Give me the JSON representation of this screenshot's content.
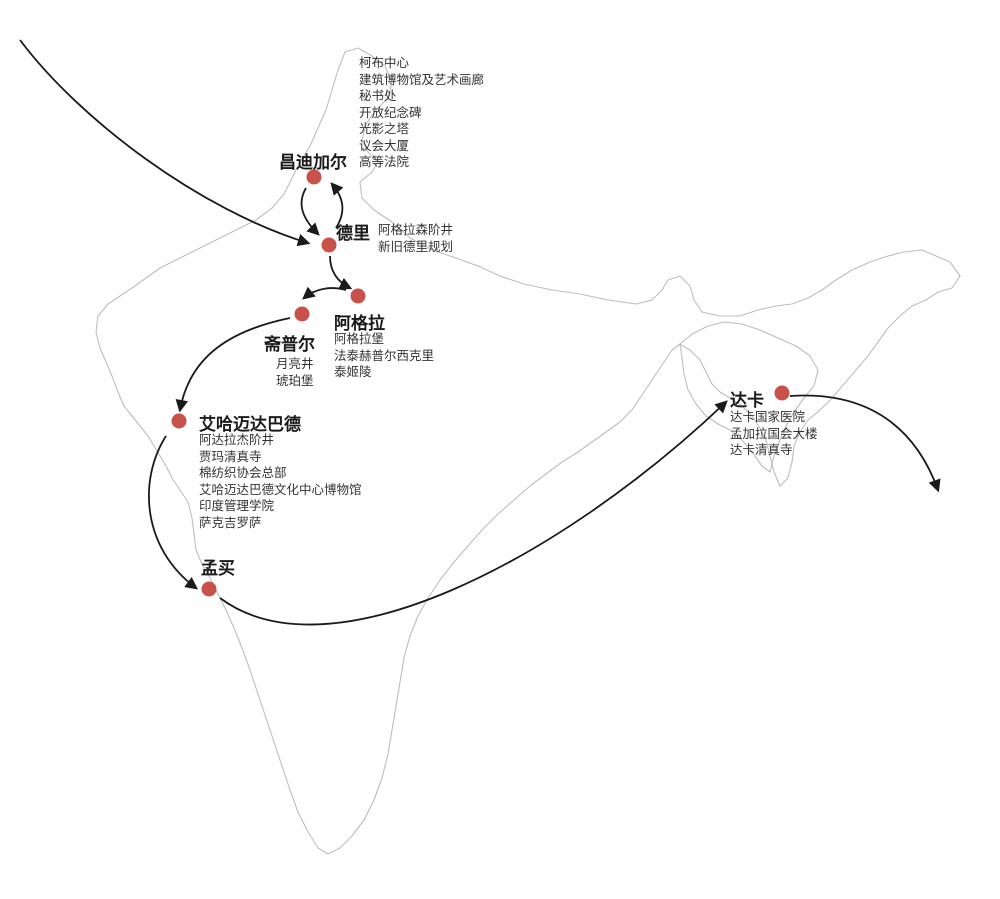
{
  "colors": {
    "stop": "#c8514a",
    "border": "#bdbdbd",
    "route": "#1a1a1a",
    "text": "#333333"
  },
  "cities": {
    "chandigarh": {
      "name": "昌迪加尔",
      "sites": [
        "柯布中心",
        "建筑博物馆及艺术画廊",
        "秘书处",
        "开放纪念碑",
        "光影之塔",
        "议会大厦",
        "高等法院"
      ]
    },
    "delhi": {
      "name": "德里",
      "sites": [
        "阿格拉森阶井",
        "新旧德里规划"
      ]
    },
    "agra": {
      "name": "阿格拉",
      "sites": [
        "阿格拉堡",
        "法泰赫普尔西克里",
        "泰姬陵"
      ]
    },
    "jaipur": {
      "name": "斋普尔",
      "sites": [
        "月亮井",
        "琥珀堡"
      ]
    },
    "ahmedabad": {
      "name": "艾哈迈达巴德",
      "sites": [
        "阿达拉杰阶井",
        "贾玛清真寺",
        "棉纺织协会总部",
        "艾哈迈达巴德文化中心博物馆",
        "印度管理学院",
        "萨克吉罗萨"
      ]
    },
    "mumbai": {
      "name": "孟买",
      "sites": []
    },
    "dhaka": {
      "name": "达卡",
      "sites": [
        "达卡国家医院",
        "孟加拉国会大楼",
        "达卡清真寺"
      ]
    }
  }
}
